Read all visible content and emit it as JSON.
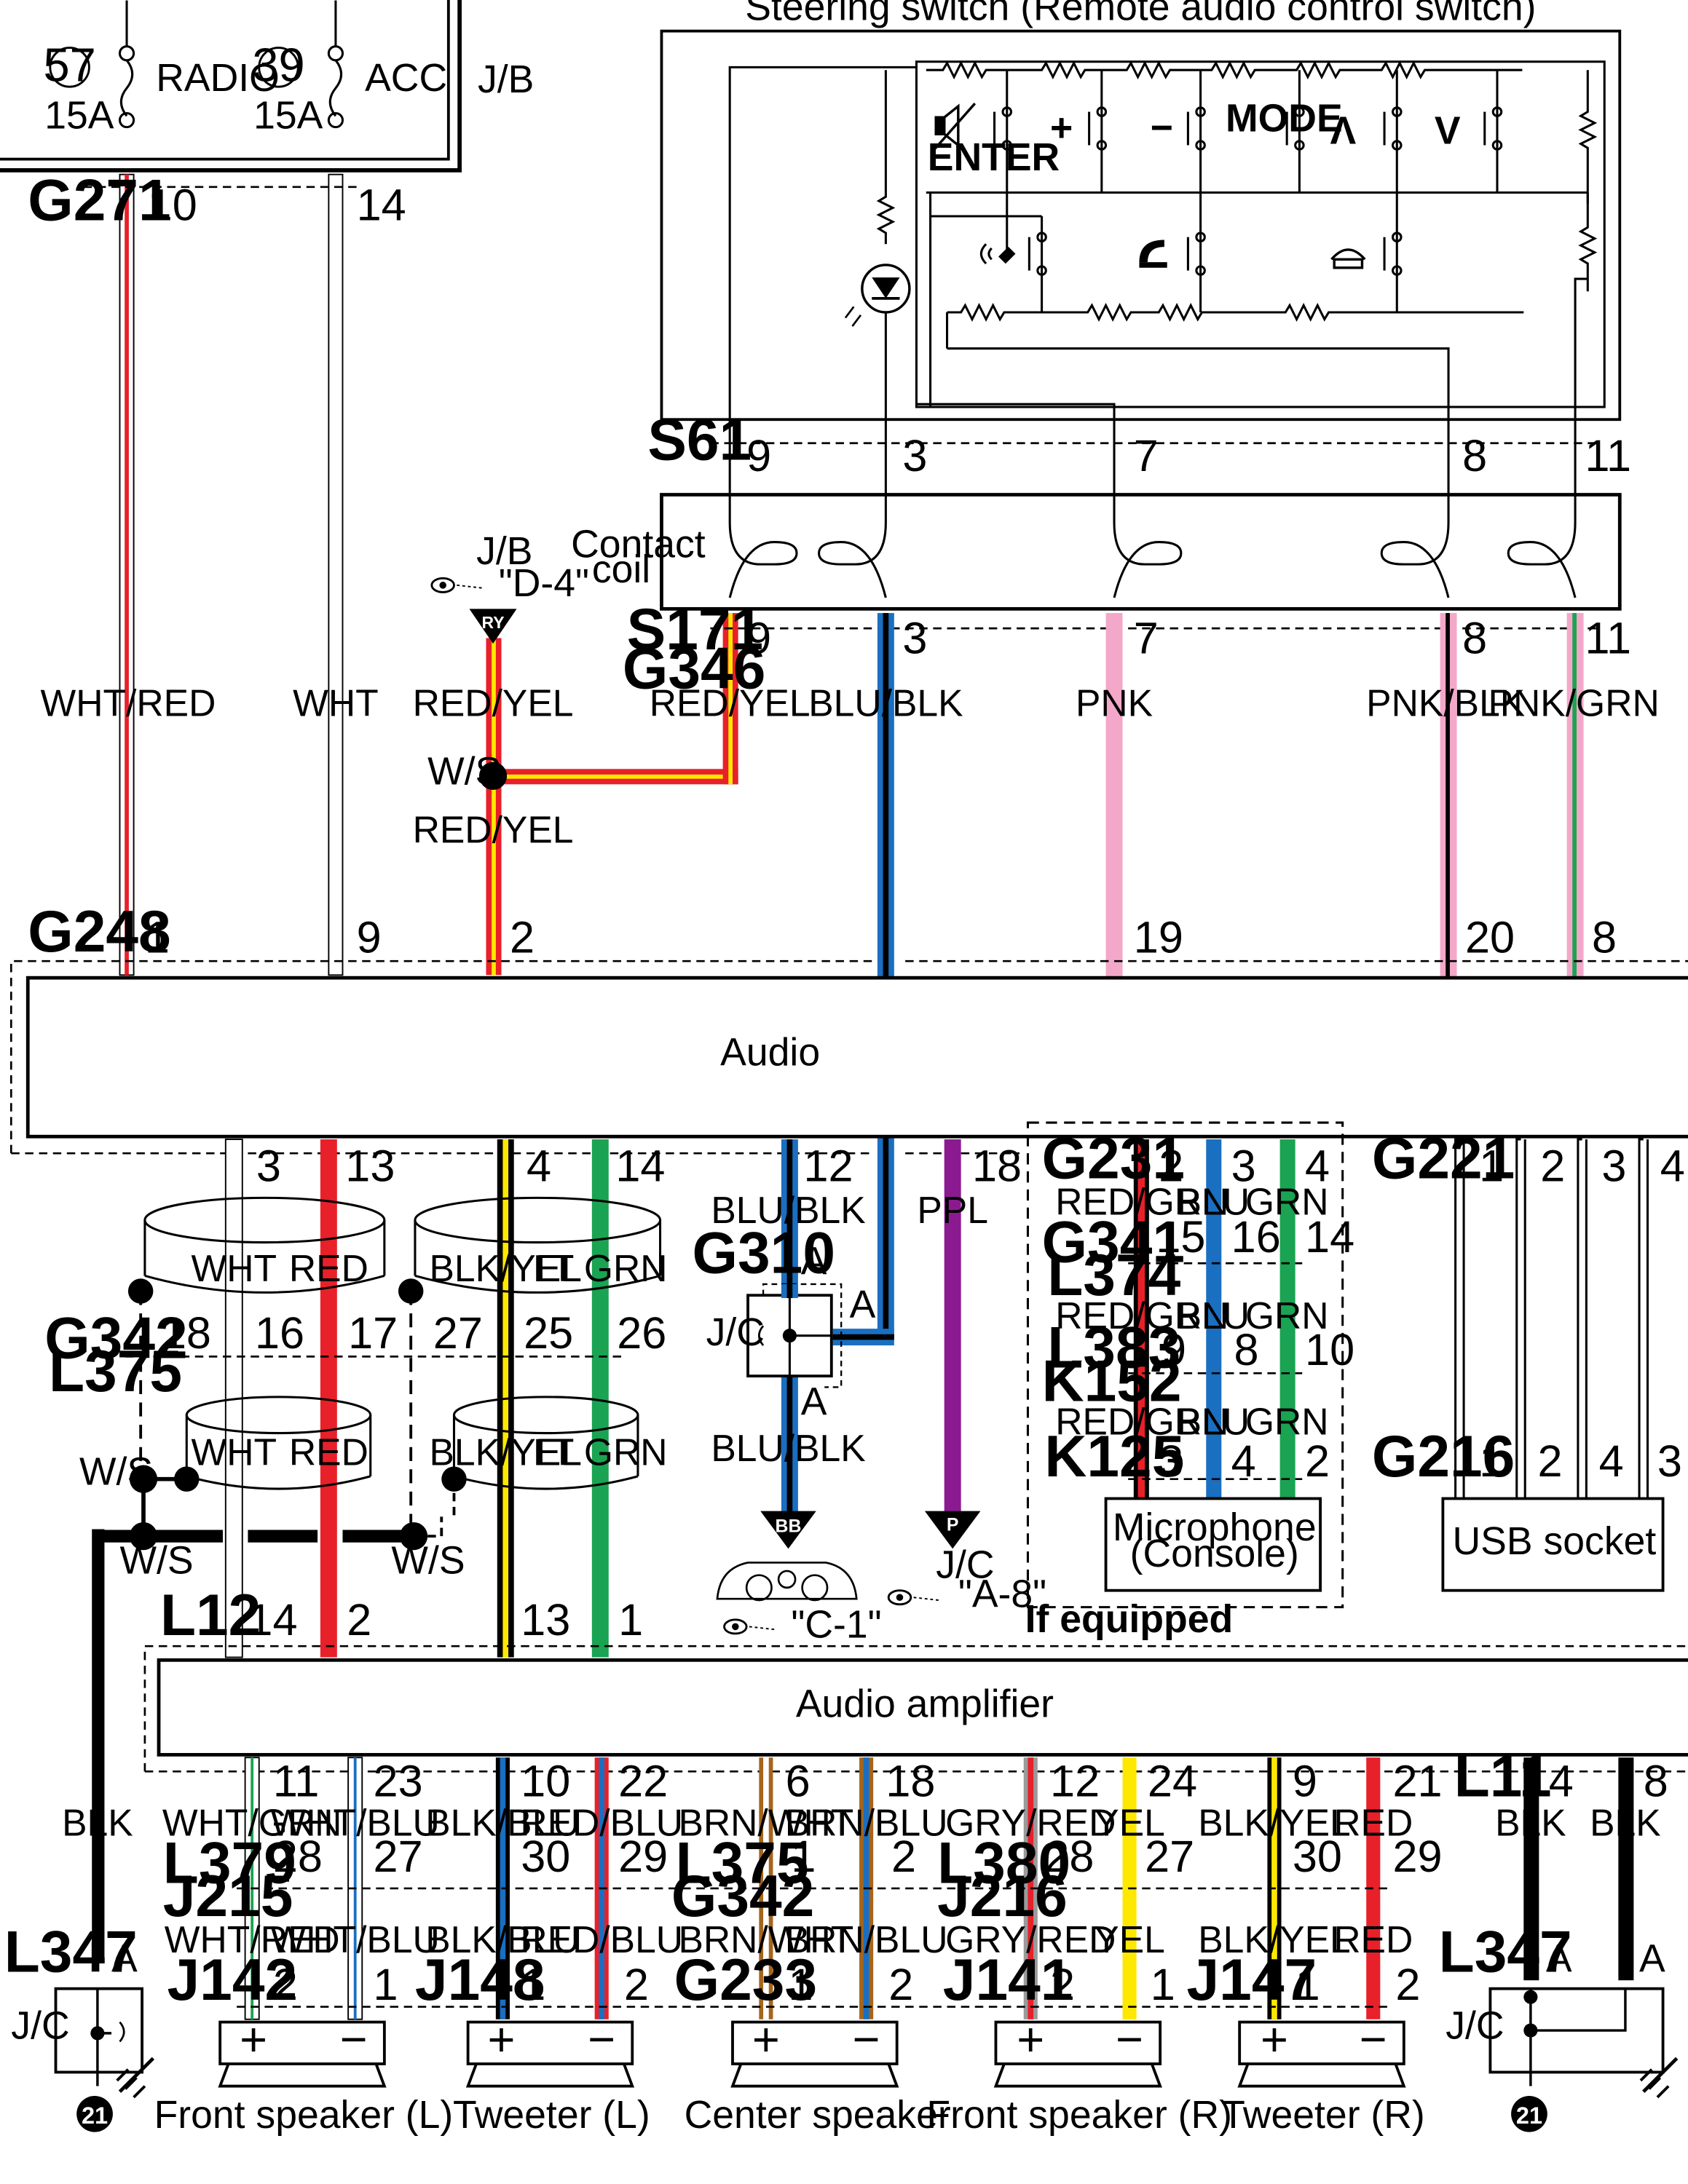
{
  "title": "Steering switch (Remote audio control switch)",
  "jb": {
    "label": "J/B",
    "fuses": [
      {
        "number": "57",
        "name": "RADIO",
        "rating": "15A"
      },
      {
        "number": "39",
        "name": "ACC",
        "rating": "15A"
      }
    ]
  },
  "steering_switch": {
    "buttons": [
      "ENTER",
      "+",
      "−",
      "MODE",
      "Λ",
      "V"
    ],
    "icons": [
      "mute-speaker-icon",
      "voice-icon",
      "phone-answer-icon",
      "phone-hangup-icon",
      "led-icon"
    ]
  },
  "connectors": {
    "G271": "G271",
    "S61": "S61",
    "S171": "S171",
    "G346": "G346",
    "G248": "G248",
    "G231": "G231",
    "G341": "G341",
    "L374": "L374",
    "L383": "L383",
    "K152": "K152",
    "K125": "K125",
    "G221": "G221",
    "G216": "G216",
    "G310": "G310",
    "G342": "G342",
    "L375": "L375",
    "L12": "L12",
    "L11": "L11",
    "L347": "L347",
    "L379": "L379",
    "J215": "J215",
    "L380": "L380",
    "J216": "J216",
    "J142": "J142",
    "J148": "J148",
    "G233": "G233",
    "J141": "J141",
    "J147": "J147"
  },
  "labels": {
    "contact_coil": [
      "Contact",
      "coil"
    ],
    "jb_ref": "J/B",
    "jb_ref_target": "\"D-4\"",
    "ry": "RY",
    "ws": "W/S",
    "audio": "Audio",
    "audio_amplifier": "Audio amplifier",
    "microphone": [
      "Microphone",
      "(Console)"
    ],
    "usb_socket": "USB socket",
    "if_equipped": "If equipped",
    "jc": "J/C",
    "bb": "BB",
    "p": "P",
    "c1": "\"C-1\"",
    "a8": "\"A-8\"",
    "ground_21": "21",
    "a": "A",
    "plus": "+",
    "minus": "−"
  },
  "wire_colors": {
    "WHT/RED": "WHT/RED",
    "WHT": "WHT",
    "RED/YEL": "RED/YEL",
    "BLU/BLK": "BLU/BLK",
    "PNK": "PNK",
    "PNK/BLK": "PNK/BLK",
    "PNK/GRN": "PNK/GRN",
    "RED": "RED",
    "BLK/YEL": "BLK/YEL",
    "LT GRN": "LT GRN",
    "PPL": "PPL",
    "RED/GRN": "RED/GRN",
    "BLU": "BLU",
    "GRN": "GRN",
    "BLK": "BLK",
    "WHT/GRN": "WHT/GRN",
    "WHT/BLU": "WHT/BLU",
    "BLK/BLU": "BLK/BLU",
    "RED/BLU": "RED/BLU",
    "BRN/WHT": "BRN/WHT",
    "BRN/BLU": "BRN/BLU",
    "GRY/RED": "GRY/RED",
    "YEL": "YEL"
  },
  "speakers": [
    "Front speaker (L)",
    "Tweeter (L)",
    "Center speaker",
    "Front speaker (R)",
    "Tweeter (R)"
  ],
  "pins": {
    "g271": [
      "10",
      "14"
    ],
    "s61": [
      "9",
      "3",
      "7",
      "8",
      "11"
    ],
    "s171": [
      "9",
      "3",
      "7",
      "8",
      "11"
    ],
    "g248": [
      "1",
      "9",
      "2",
      "19",
      "20",
      "8"
    ],
    "audio_bottom": [
      "3",
      "13",
      "4",
      "14",
      "12",
      "18"
    ],
    "g342_l375": [
      "18",
      "16",
      "17",
      "27",
      "25",
      "26"
    ],
    "g231": [
      "2",
      "3",
      "4"
    ],
    "g341": [
      "15",
      "16",
      "14"
    ],
    "l383": [
      "9",
      "8",
      "10"
    ],
    "k125": [
      "3",
      "4",
      "2"
    ],
    "g221": [
      "1",
      "2",
      "3",
      "4"
    ],
    "g216": [
      "1",
      "2",
      "4",
      "3"
    ],
    "l12": [
      "14",
      "2",
      "13",
      "1"
    ],
    "amp_bottom": [
      "11",
      "23",
      "10",
      "22",
      "6",
      "18",
      "12",
      "24",
      "9",
      "21"
    ],
    "l11": [
      "4",
      "8"
    ],
    "inline_mid": [
      "28",
      "27",
      "30",
      "29",
      "1",
      "2",
      "28",
      "27",
      "30",
      "29"
    ],
    "speaker_pins": [
      "2",
      "1",
      "1",
      "2",
      "1",
      "2",
      "2",
      "1",
      "1",
      "2"
    ]
  },
  "colors": {
    "red": "#e8202a",
    "yellow": "#ffe800",
    "blue": "#1a6fc1",
    "pink": "#f4a8c9",
    "green": "#1aa352",
    "purple": "#8b1a91",
    "brown": "#a5651c",
    "gray": "#9a9a9a",
    "black": "#000000"
  }
}
